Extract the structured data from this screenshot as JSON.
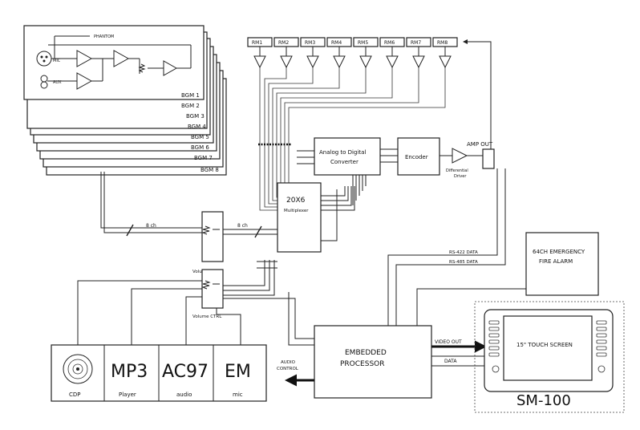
{
  "bgm_card": {
    "phantom": "PHANTOM",
    "mic": "MIC",
    "aux": "AUX"
  },
  "bgm_labels": [
    "BGM 1",
    "BGM 2",
    "BGM 3",
    "BGM 4",
    "BGM 5",
    "BGM 6",
    "BGM 7",
    "BGM 8"
  ],
  "rm_labels": [
    "RM1",
    "RM2",
    "RM3",
    "RM4",
    "RM5",
    "RM6",
    "RM7",
    "RM8"
  ],
  "adc": {
    "line1": "Analog to Digital",
    "line2": "Converter"
  },
  "encoder": "Encoder",
  "amp_out": "AMP OUT",
  "diff_driver": {
    "line1": "Differential",
    "line2": "Driver"
  },
  "mux": {
    "line1": "20X6",
    "line2": "Multiplexer"
  },
  "bus_8ch_a": "8 ch",
  "bus_8ch_b": "8 ch",
  "volume_ctrl_1": "Volume CTRL",
  "volume_ctrl_2": "Volume CTRL",
  "rs422": "RS-422 DATA",
  "rs485": "RS-485 DATA",
  "fire_alarm": {
    "line1": "64CH EMERGENCY",
    "line2": "FIRE ALARM"
  },
  "processor": {
    "line1": "EMBEDDED",
    "line2": "PROCESSOR"
  },
  "video_out": "VIDEO OUT",
  "data_label": "DATA",
  "touch_screen": "15\" TOUCH SCREEN",
  "sm_title": "SM-100",
  "audio_control": {
    "line1": "AUDIO",
    "line2": "CONTROL"
  },
  "sources": [
    {
      "big": "",
      "small": "CDP"
    },
    {
      "big": "MP3",
      "small": "Player"
    },
    {
      "big": "AC97",
      "small": "audio"
    },
    {
      "big": "EM",
      "small": "mic"
    }
  ]
}
